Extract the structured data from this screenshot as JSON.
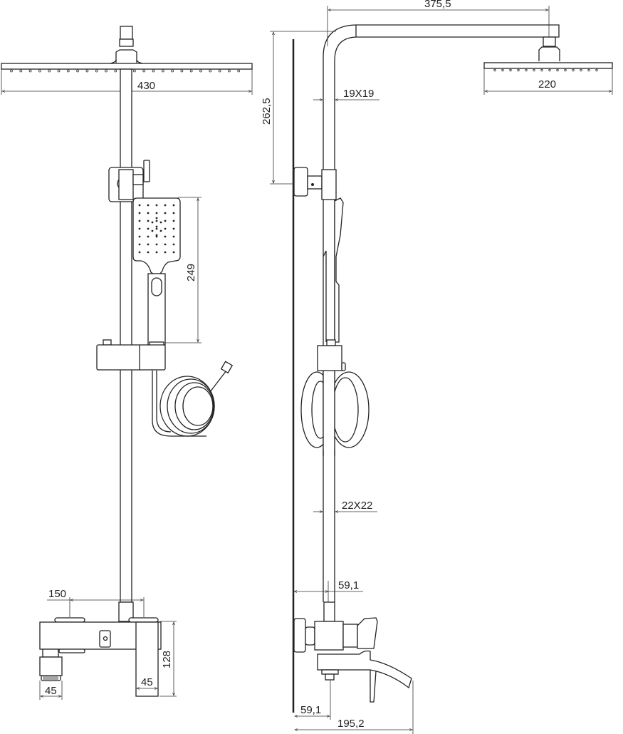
{
  "drawing": {
    "front_view": {
      "dimensions": {
        "head_width": "430",
        "hand_shower_length": "249",
        "inlet_spacing": "150",
        "mixer_height": "128",
        "outlet_width": "45",
        "handle_width": "45"
      }
    },
    "side_view": {
      "dimensions": {
        "arm_reach": "375,5",
        "head_width": "220",
        "upper_pipe": "19X19",
        "lower_pipe": "22X22",
        "bracket_height": "262,5",
        "pipe_offset": "59,1",
        "outlet_offset": "59,1",
        "spout_reach": "195,2"
      }
    },
    "line_color": "#222222",
    "background": "#ffffff"
  }
}
